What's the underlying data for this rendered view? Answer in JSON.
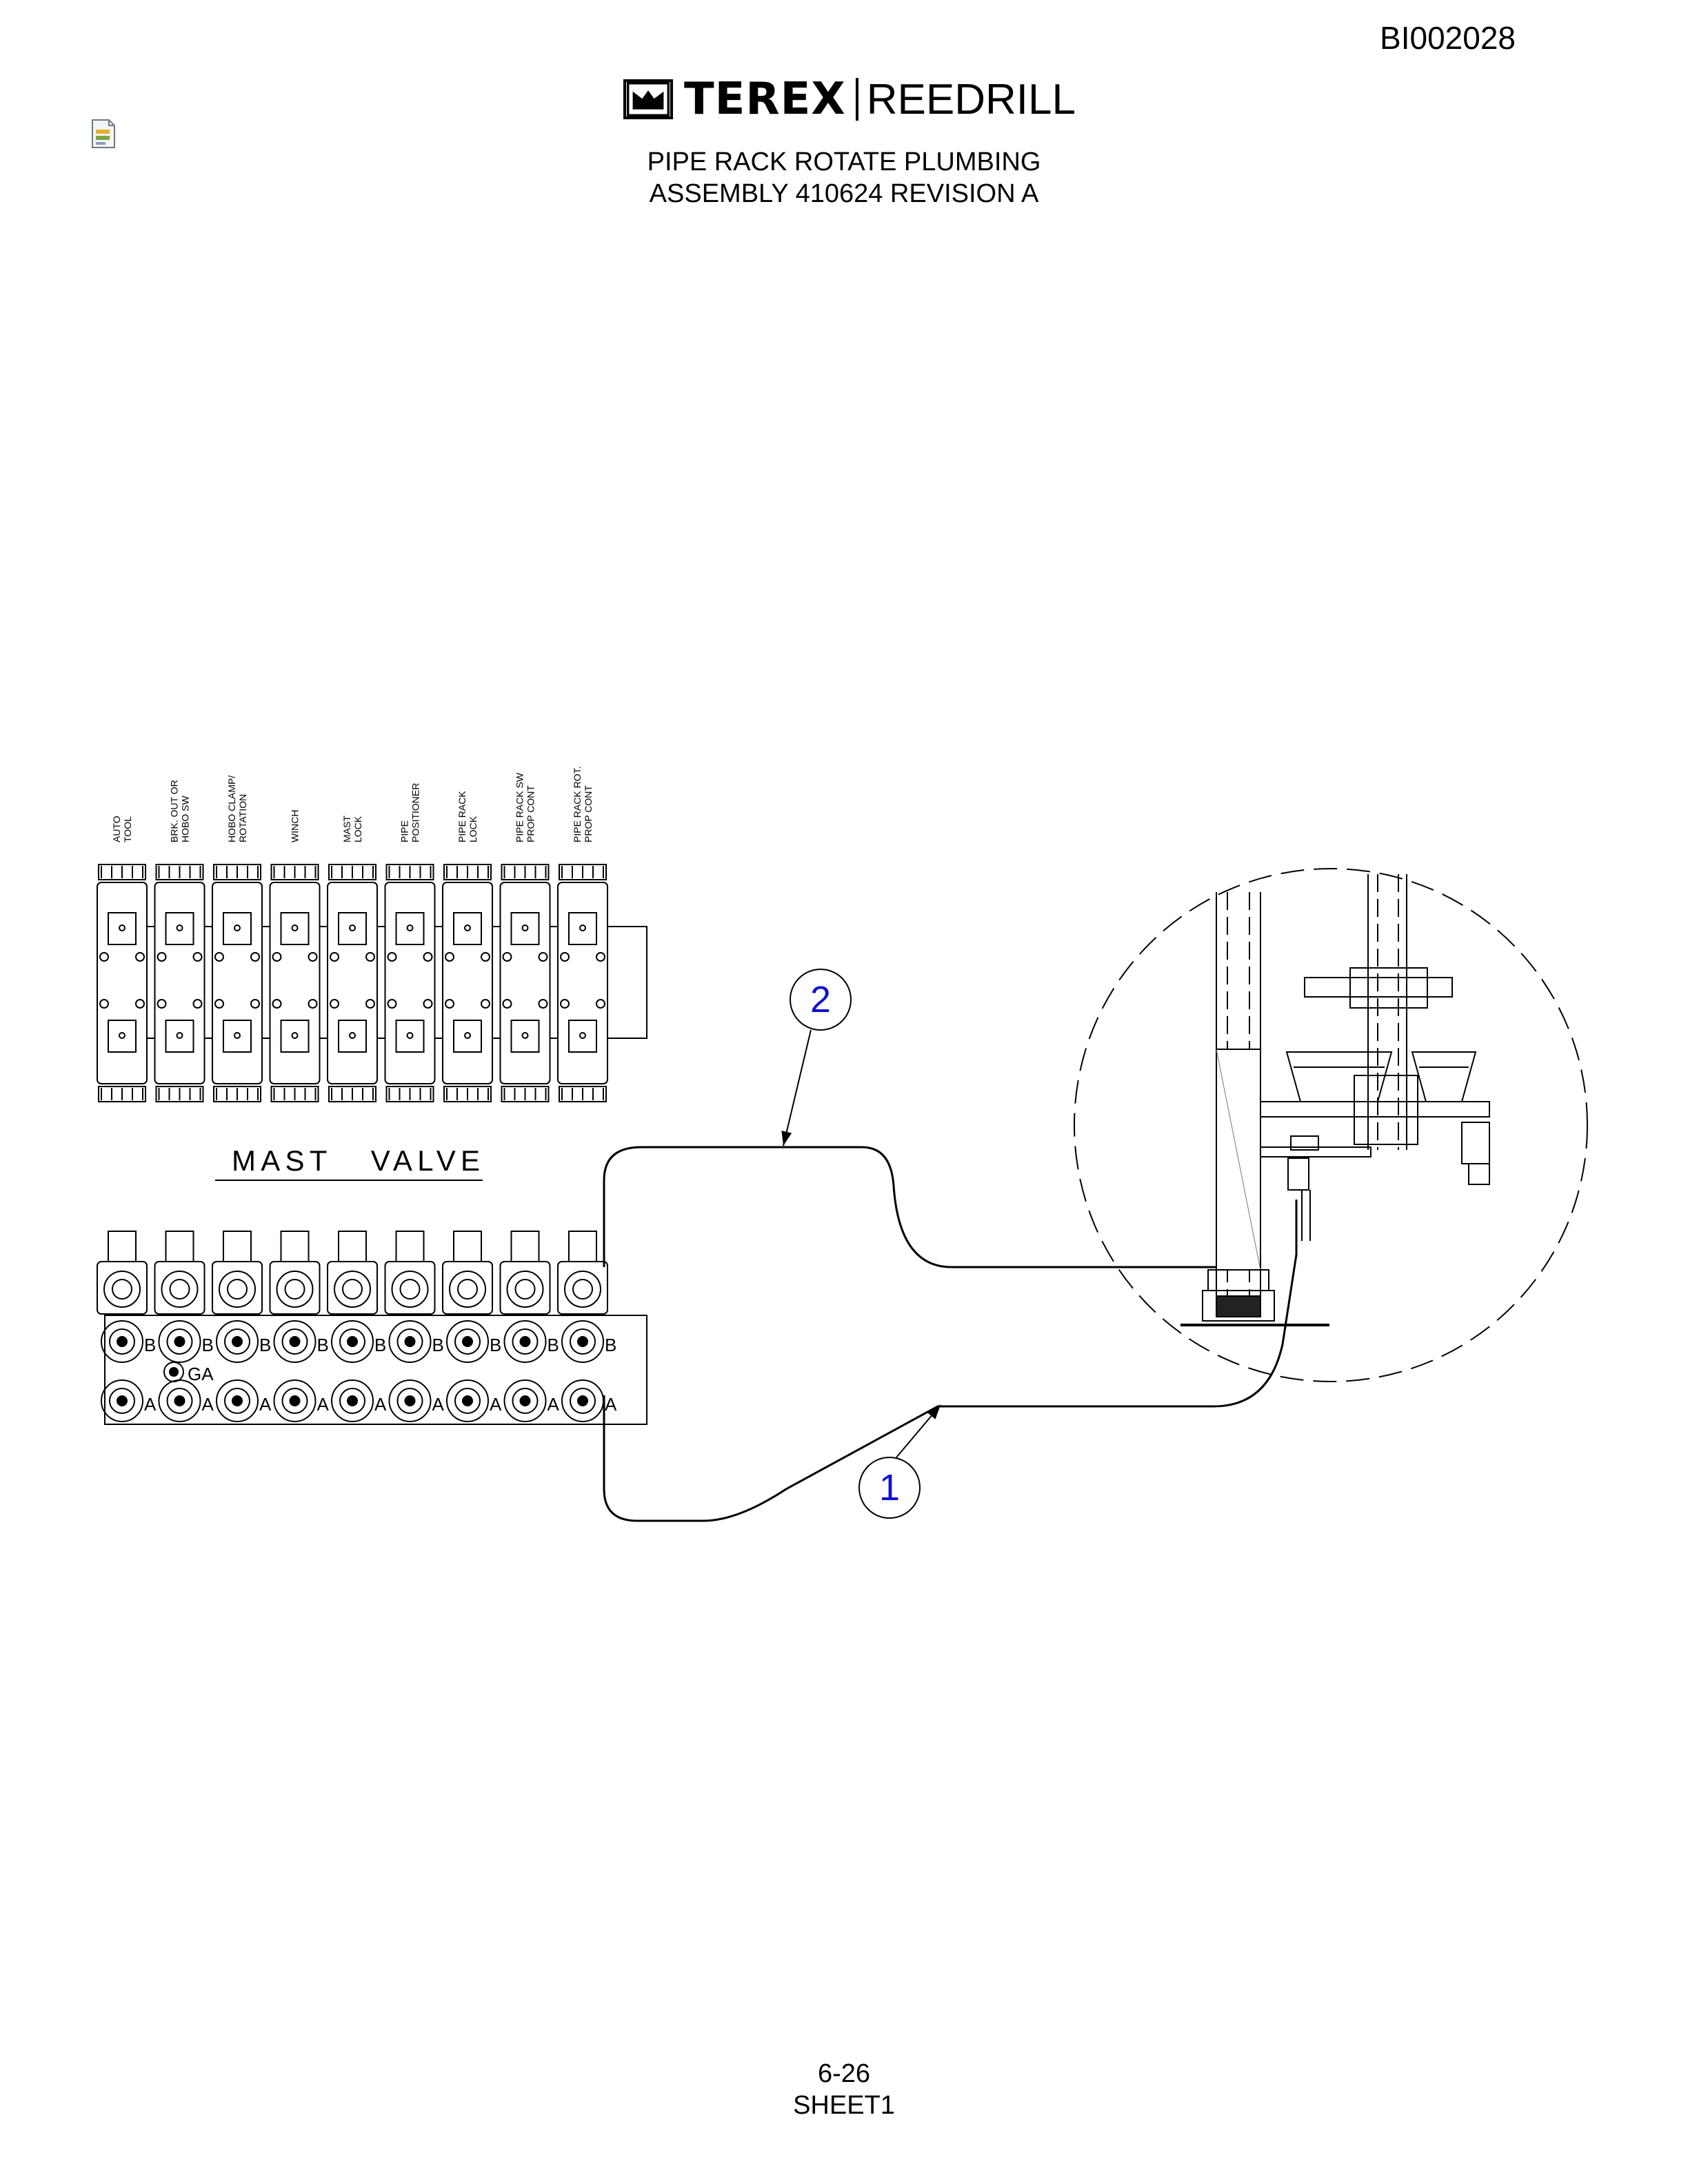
{
  "header": {
    "document_id": "BI002028",
    "brand_primary": "TEREX",
    "brand_secondary": "REEDRILL",
    "title_line1": "PIPE RACK ROTATE PLUMBING",
    "title_line2": "ASSEMBLY 410624 REVISION A"
  },
  "drawing": {
    "section_labels": [
      [
        "AUTO",
        "TOOL"
      ],
      [
        "BRK. OUT OR",
        "HOBO SW"
      ],
      [
        "HOBO CLAMP/",
        "ROTATION"
      ],
      [
        "WINCH"
      ],
      [
        "MAST",
        "LOCK"
      ],
      [
        "PIPE",
        "POSITIONER"
      ],
      [
        "PIPE RACK",
        "LOCK"
      ],
      [
        "PIPE RACK SW",
        "PROP CONT"
      ],
      [
        "PIPE RACK ROT.",
        "PROP CONT"
      ]
    ],
    "valve_title": "MAST   VALVE",
    "port_a": "A",
    "port_b": "B",
    "gauge_port": "GA",
    "callouts": [
      "2",
      "1"
    ],
    "callout_color": "#1010d0",
    "line_color": "#000000"
  },
  "footer": {
    "page_number": "6-26",
    "sheet": "SHEET1"
  }
}
